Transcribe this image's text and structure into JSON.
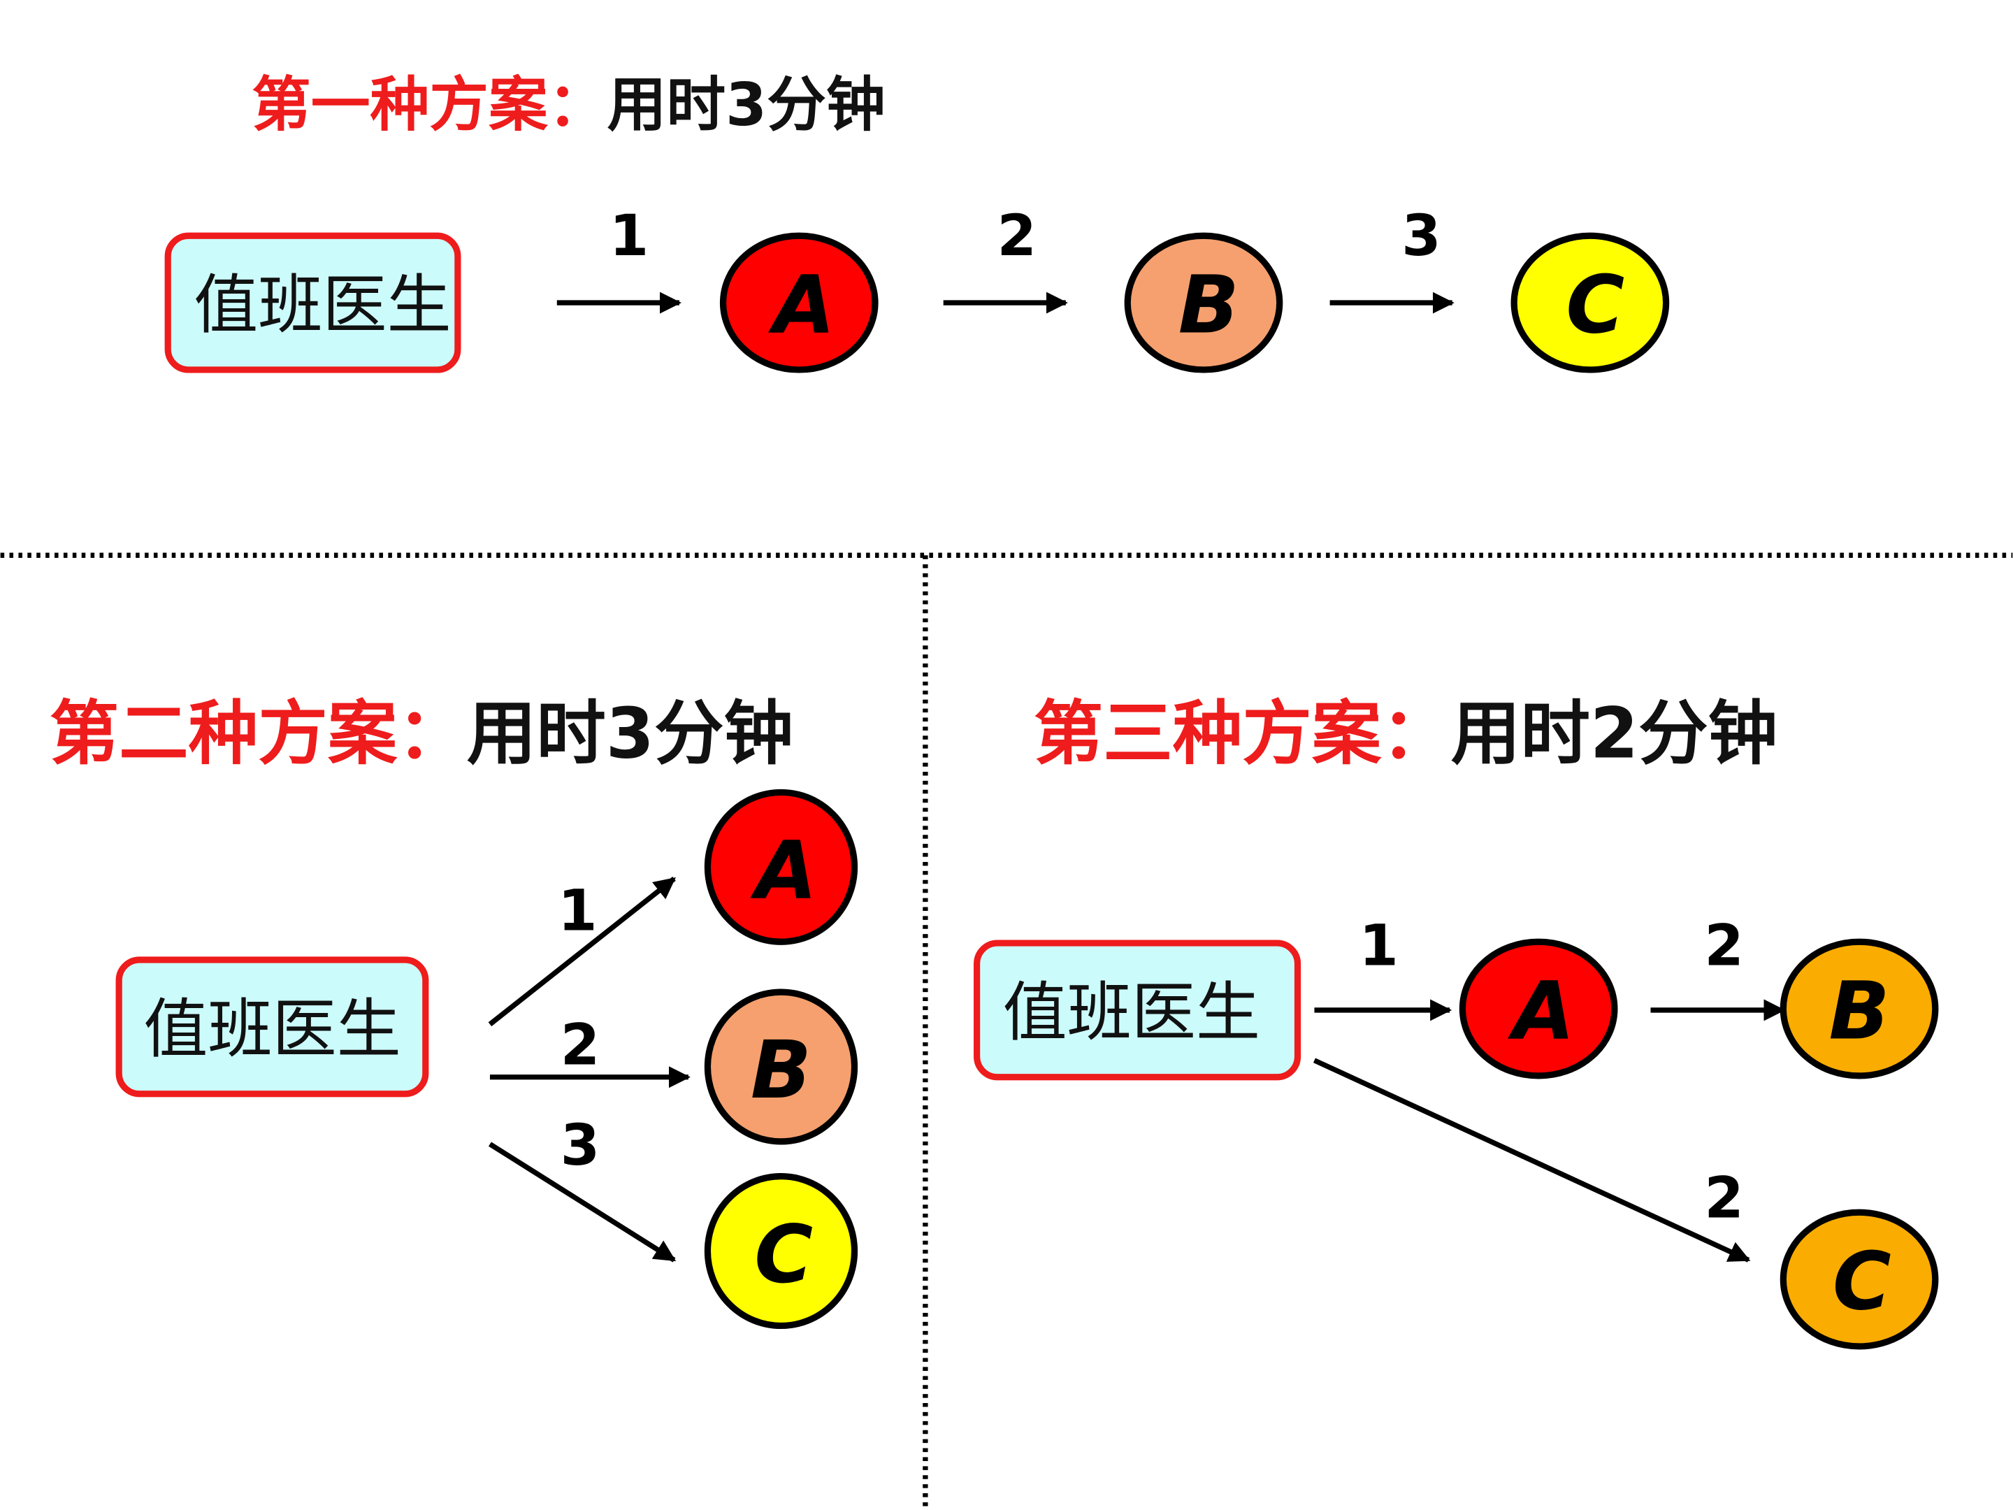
{
  "colors": {
    "box_fill": "#ccfbfb",
    "box_border": "#ee1c1c",
    "title_red": "#ee1c1c",
    "node_A": "#ff0000",
    "node_B_plan1": "#f5a06e",
    "node_C_plan1": "#ffff00",
    "node_B_plan3": "#fbac00",
    "node_C_plan3": "#fbac00",
    "arrow": "#000000",
    "divider": "#000000"
  },
  "plans": [
    {
      "title_red": "第一种方案：",
      "title_black": "用时3分钟",
      "box_label": "值班医生",
      "nodes": [
        "A",
        "B",
        "C"
      ],
      "steps": [
        "1",
        "2",
        "3"
      ]
    },
    {
      "title_red": "第二种方案：",
      "title_black": "用时3分钟",
      "box_label": "值班医生",
      "nodes": [
        "A",
        "B",
        "C"
      ],
      "steps": [
        "1",
        "2",
        "3"
      ]
    },
    {
      "title_red": "第三种方案：",
      "title_black": "用时2分钟",
      "box_label": "值班医生",
      "nodes": [
        "A",
        "B",
        "C"
      ],
      "steps": [
        "1",
        "2",
        "2"
      ]
    }
  ]
}
